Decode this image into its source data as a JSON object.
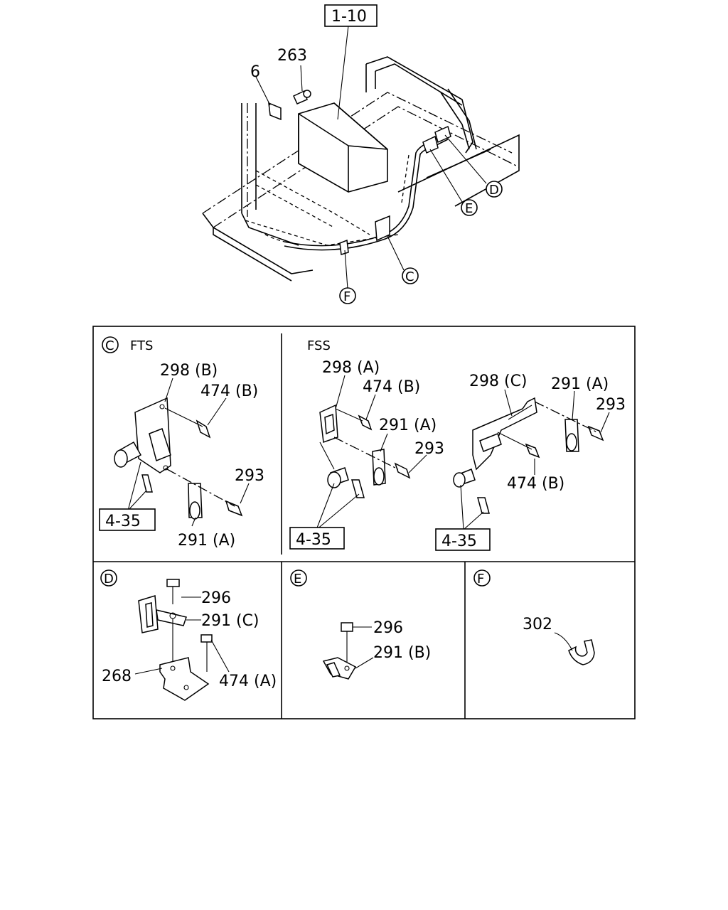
{
  "top": {
    "ref_box": "1-10",
    "labels": {
      "p263": "263",
      "p6": "6"
    },
    "circles": {
      "D": "D",
      "E": "E",
      "C": "C",
      "F": "F"
    }
  },
  "panel_c": {
    "marker": "C",
    "fts": {
      "title": "FTS",
      "p298b": "298 (B)",
      "p474b": "474 (B)",
      "p293": "293",
      "p291a": "291 (A)",
      "ref": "4-35"
    },
    "fss": {
      "title": "FSS",
      "p298a": "298 (A)",
      "p474b": "474 (B)",
      "p291a_1": "291 (A)",
      "p293_1": "293",
      "ref_1": "4-35",
      "p298c": "298 (C)",
      "p291a_2": "291 (A)",
      "p293_2": "293",
      "p474b_2": "474 (B)",
      "ref_2": "4-35"
    }
  },
  "panel_d": {
    "marker": "D",
    "p296": "296",
    "p291c": "291 (C)",
    "p268": "268",
    "p474a": "474 (A)"
  },
  "panel_e": {
    "marker": "E",
    "p296": "296",
    "p291b": "291 (B)"
  },
  "panel_f": {
    "marker": "F",
    "p302": "302"
  }
}
